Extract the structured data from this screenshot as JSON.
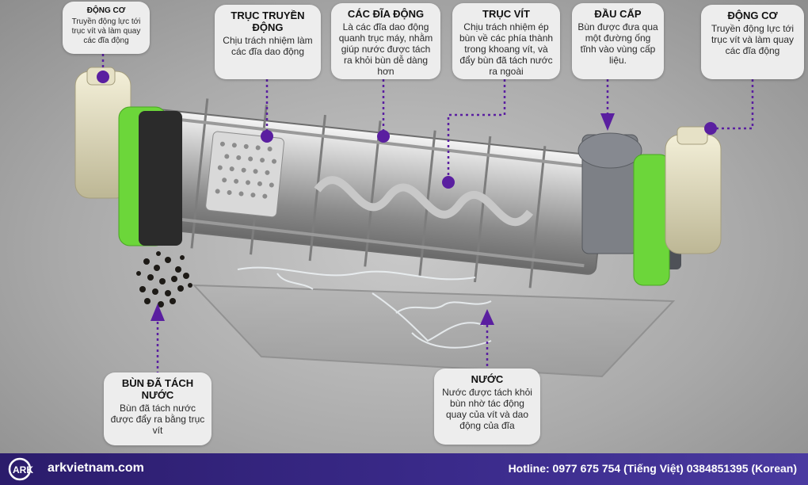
{
  "callouts": {
    "motor_left": {
      "title": "ĐỘNG CƠ",
      "desc": "Truyền động lực tới trục vít và làm quay các đĩa động"
    },
    "drive_shaft": {
      "title": "TRỤC TRUYỀN ĐỘNG",
      "desc": "Chịu trách nhiệm làm các đĩa dao động"
    },
    "moving_discs": {
      "title": "CÁC ĐĨA ĐỘNG",
      "desc": "Là các đĩa dao động quanh trục máy, nhằm giúp nước được tách ra khỏi bùn dễ dàng hơn"
    },
    "screw_shaft": {
      "title": "TRỤC VÍT",
      "desc": "Chịu trách nhiệm ép bùn về các phía thành trong khoang vít, và đẩy bùn đã tách nước ra ngoài"
    },
    "feed_head": {
      "title": "ĐẦU CẤP",
      "desc": "Bùn được đưa qua một đường ống tĩnh vào vùng cấp liệu."
    },
    "motor_right": {
      "title": "ĐỘNG CƠ",
      "desc": "Truyền động lực tới trục vít và làm quay các đĩa động"
    },
    "dewatered_sludge": {
      "title": "BÙN ĐÃ TÁCH NƯỚC",
      "desc": "Bùn đã tách nước được đẩy ra bằng trục vít"
    },
    "water": {
      "title": "NƯỚC",
      "desc": "Nước được tách khỏi bùn nhờ tác động quay của vít và dao động của đĩa"
    }
  },
  "footer": {
    "logo_text": "ARK",
    "brand": "arkvietnam.com",
    "hotline": "Hotline: 0977 675 754 (Tiếng Việt)  0384851395 (Korean)"
  },
  "colors": {
    "accent": "#5a1fa0",
    "motor_green": "#6cd63a",
    "footer_bg": "#35267e",
    "callout_bg": "#ededed"
  },
  "icons": [
    "arrow-down-icon",
    "arrow-up-icon",
    "dot-marker-icon"
  ]
}
